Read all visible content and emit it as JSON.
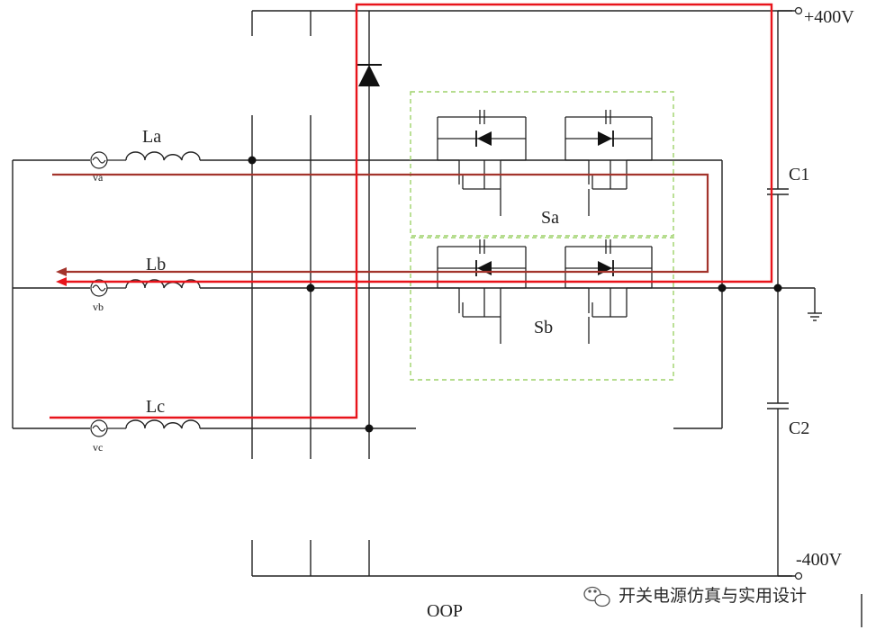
{
  "labels": {
    "La": "La",
    "Lb": "Lb",
    "Lc": "Lc",
    "va": "va",
    "vb": "vb",
    "vc": "vc",
    "Sa": "Sa",
    "Sb": "Sb",
    "C1": "C1",
    "C2": "C2",
    "pos_rail": "+400V",
    "neg_rail": "-400V",
    "bottom": "OOP"
  },
  "watermark": "开关电源仿真与实用设计",
  "colors": {
    "wire": "#222222",
    "path_primary": "#e8141b",
    "path_secondary": "#a3342c",
    "module_outline": "#9ed26a"
  }
}
